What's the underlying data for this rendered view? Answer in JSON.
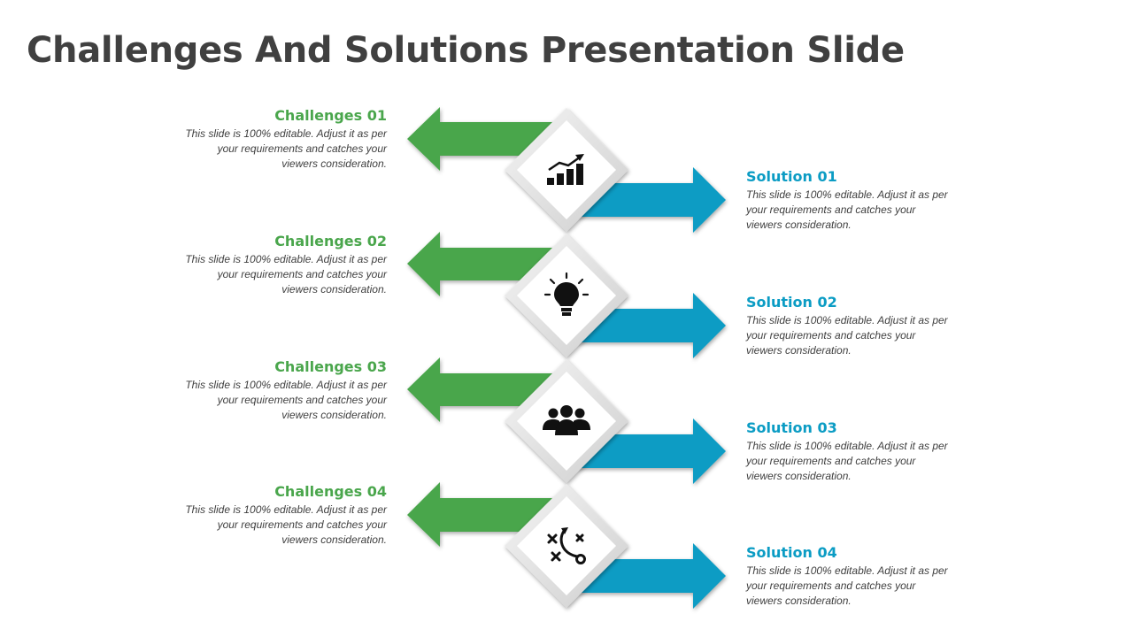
{
  "title": "Challenges And Solutions Presentation Slide",
  "colors": {
    "challenge": "#4aa64c",
    "solution": "#0b9cc4",
    "title": "#404040"
  },
  "items": [
    {
      "challenge": {
        "heading": "Challenges 01",
        "text": "This slide is 100% editable. Adjust it as per your requirements and catches your viewers consideration."
      },
      "solution": {
        "heading": "Solution 01",
        "text": "This slide is 100% editable. Adjust it as per your requirements and catches your viewers consideration."
      },
      "icon": "bar-chart-growth-icon"
    },
    {
      "challenge": {
        "heading": "Challenges 02",
        "text": "This slide is 100% editable. Adjust it as per your requirements and catches your viewers consideration."
      },
      "solution": {
        "heading": "Solution 02",
        "text": "This slide is 100% editable. Adjust it as per your requirements and catches your viewers consideration."
      },
      "icon": "lightbulb-icon"
    },
    {
      "challenge": {
        "heading": "Challenges 03",
        "text": "This slide is 100% editable. Adjust it as per your requirements and catches your viewers consideration."
      },
      "solution": {
        "heading": "Solution 03",
        "text": "This slide is 100% editable. Adjust it as per your requirements and catches your viewers consideration."
      },
      "icon": "team-icon"
    },
    {
      "challenge": {
        "heading": "Challenges 04",
        "text": "This slide is 100% editable. Adjust it as per your requirements and catches your viewers consideration."
      },
      "solution": {
        "heading": "Solution 04",
        "text": "This slide is 100% editable. Adjust it as per your requirements and catches your viewers consideration."
      },
      "icon": "strategy-play-icon"
    }
  ]
}
